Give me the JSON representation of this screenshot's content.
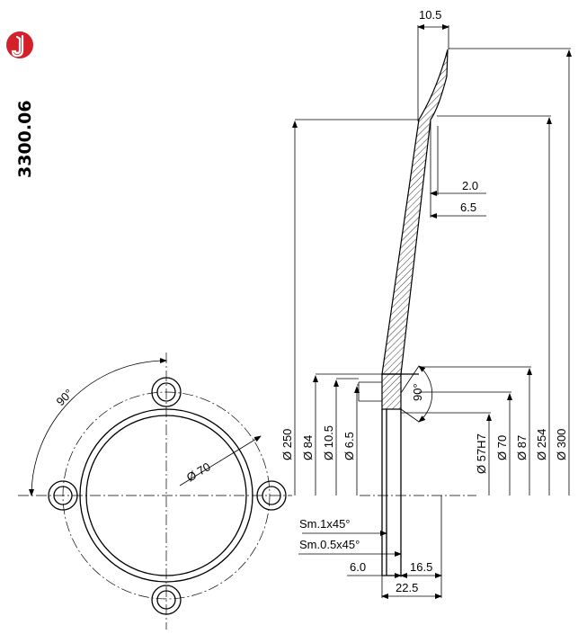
{
  "product": {
    "code": "3300.06",
    "logo_icon": "saxophone-logo-icon",
    "logo_color": "#d4202a"
  },
  "front_view": {
    "angle_label": "90°",
    "diameter_label": "Ø 70"
  },
  "section_view": {
    "top_width": "10.5",
    "offset_2": "2.0",
    "offset_6_5": "6.5",
    "cone_angle": "90°",
    "left_diameters": [
      "Ø 250",
      "Ø 84",
      "Ø 10.5",
      "Ø 6.5"
    ],
    "right_diameters": [
      "Ø 57H7",
      "Ø 70",
      "Ø 87",
      "Ø 254",
      "Ø 300"
    ],
    "chamfer_1": "Sm.1x45°",
    "chamfer_2": "Sm.0.5x45°",
    "bottom_6": "6.0",
    "bottom_16_5": "16.5",
    "bottom_22_5": "22.5"
  }
}
